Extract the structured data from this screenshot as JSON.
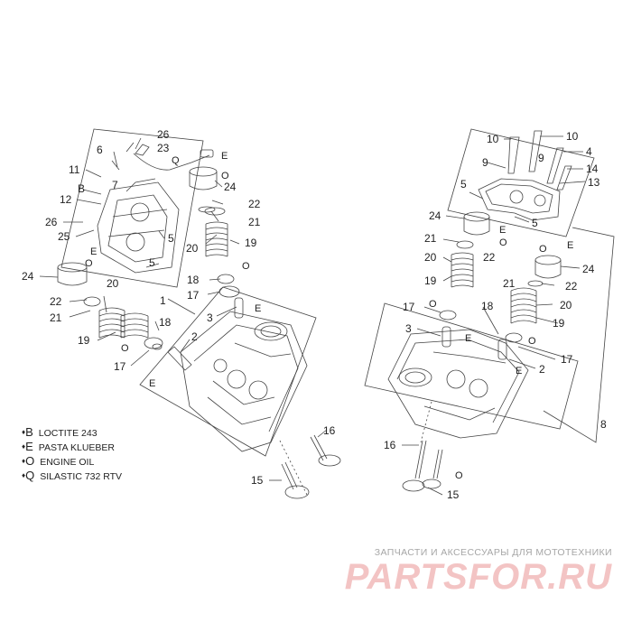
{
  "callouts": {
    "l26a": "26",
    "l23": "23",
    "l6": "6",
    "l7": "7",
    "l11": "11",
    "lB": "B",
    "l12": "12",
    "l26b": "26",
    "l25": "25",
    "l5a": "5",
    "l5b": "5",
    "l24a": "24",
    "l22a": "22",
    "l21a": "21",
    "l20a": "20",
    "l19a": "19",
    "l18a": "18",
    "l17a": "17",
    "l1": "1",
    "l3a": "3",
    "l2a": "2",
    "l24b": "24",
    "l22b": "22",
    "l21b": "21",
    "l20b": "20",
    "l19b": "19",
    "l18b": "18",
    "l17b": "17",
    "lQ": "Q",
    "lEa": "E",
    "lOa": "O",
    "lEb": "E",
    "lOb": "O",
    "lOc": "O",
    "lEc": "E",
    "lEd": "E",
    "lOd": "O",
    "l16a": "16",
    "l15a": "15",
    "r10a": "10",
    "r10b": "10",
    "r9a": "9",
    "r9b": "9",
    "r4": "4",
    "r14": "14",
    "r13": "13",
    "r5a": "5",
    "r5b": "5",
    "r24a": "24",
    "r21a": "21",
    "r22a": "22",
    "r20a": "20",
    "r19a": "19",
    "r17a": "17",
    "r3": "3",
    "r18": "18",
    "r24b": "24",
    "r21b": "21",
    "r22b": "22",
    "r20b": "20",
    "r19b": "19",
    "r17b": "17",
    "r2": "2",
    "r8": "8",
    "r16": "16",
    "r15": "15",
    "rEa": "E",
    "rOa": "O",
    "rOb": "O",
    "rEb": "E",
    "rOc": "O",
    "rEc": "E",
    "rEd": "E",
    "rOd": "O",
    "rOe": "O"
  },
  "legend": [
    {
      "code": "B",
      "text": "LOCTITE 243"
    },
    {
      "code": "E",
      "text": "PASTA KLUEBER"
    },
    {
      "code": "O",
      "text": "ENGINE OIL"
    },
    {
      "code": "Q",
      "text": "SILASTIC 732 RTV"
    }
  ],
  "watermark": {
    "tagline": "ЗАПЧАСТИ И АКСЕССУАРЫ ДЛЯ МОТОТЕХНИКИ",
    "logo": "PARTSFOR.RU"
  },
  "colors": {
    "line": "#333333",
    "watermark_logo": "#f3c4c4",
    "watermark_text": "#a6a6a6"
  }
}
